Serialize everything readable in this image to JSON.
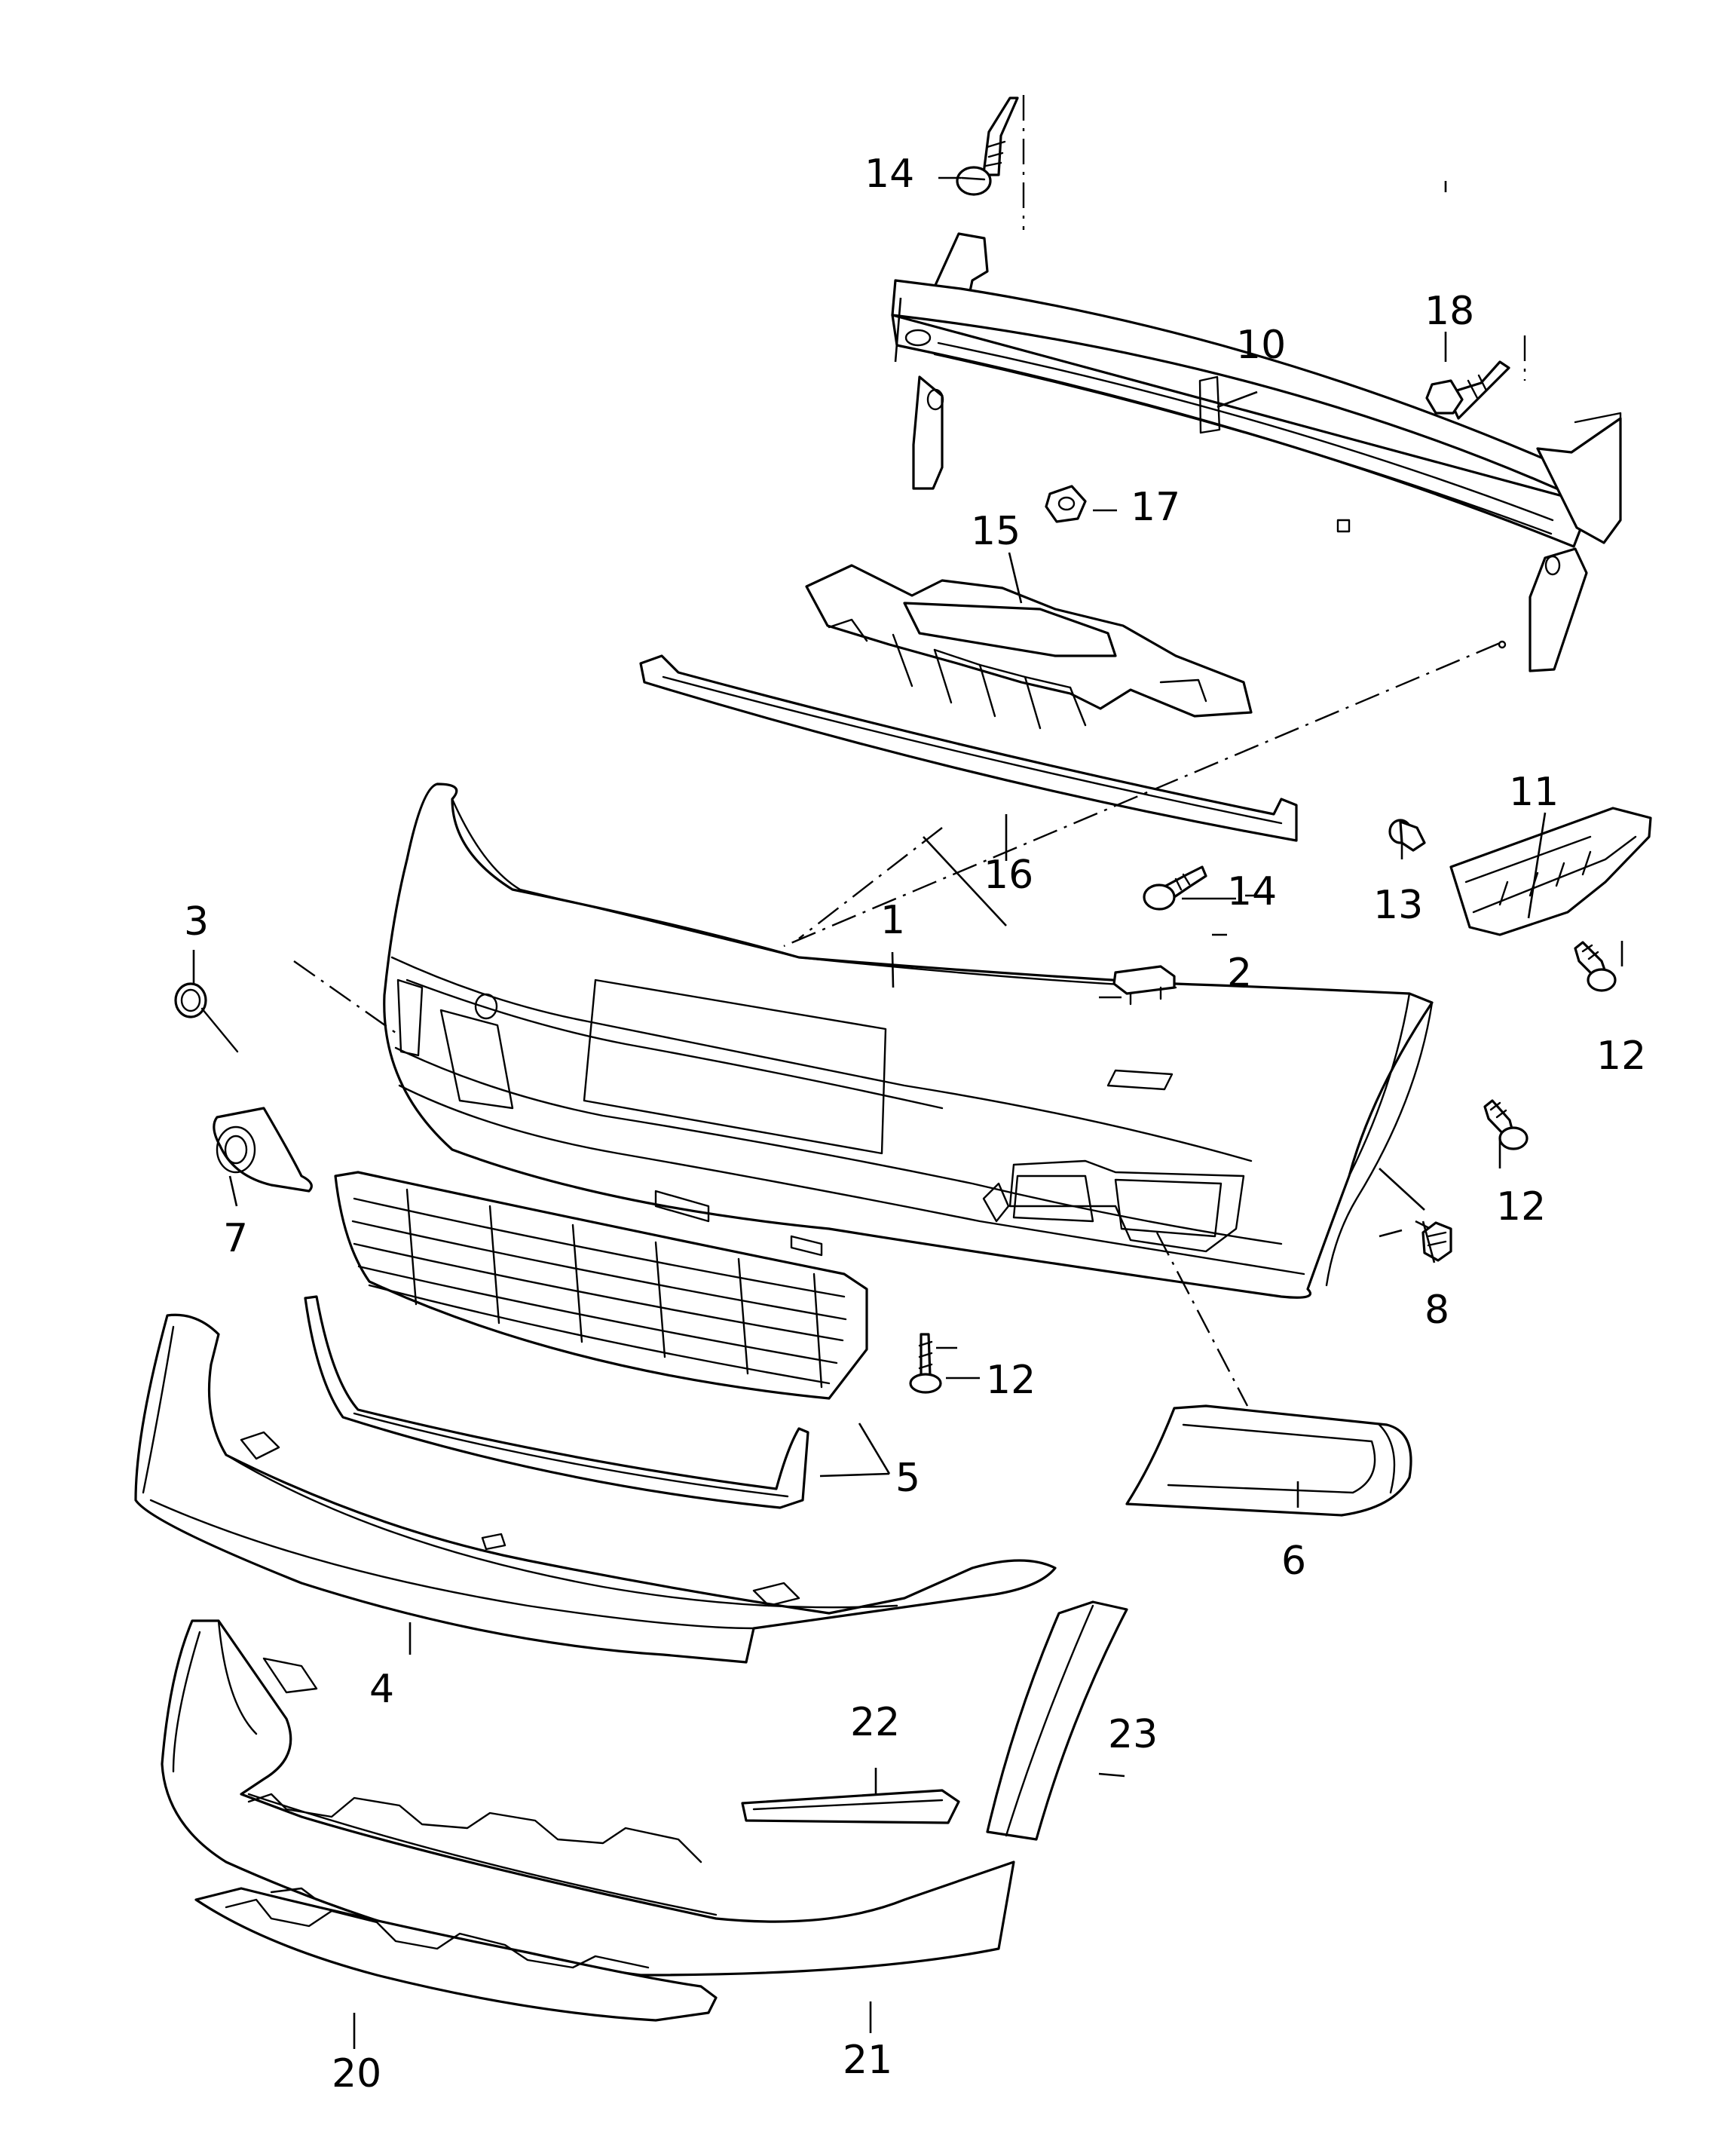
{
  "diagram": {
    "callouts": [
      "1",
      "2",
      "3",
      "4",
      "5",
      "6",
      "7",
      "8",
      "10",
      "11",
      "12",
      "13",
      "14",
      "15",
      "16",
      "17",
      "18",
      "20",
      "21",
      "22",
      "23"
    ]
  }
}
